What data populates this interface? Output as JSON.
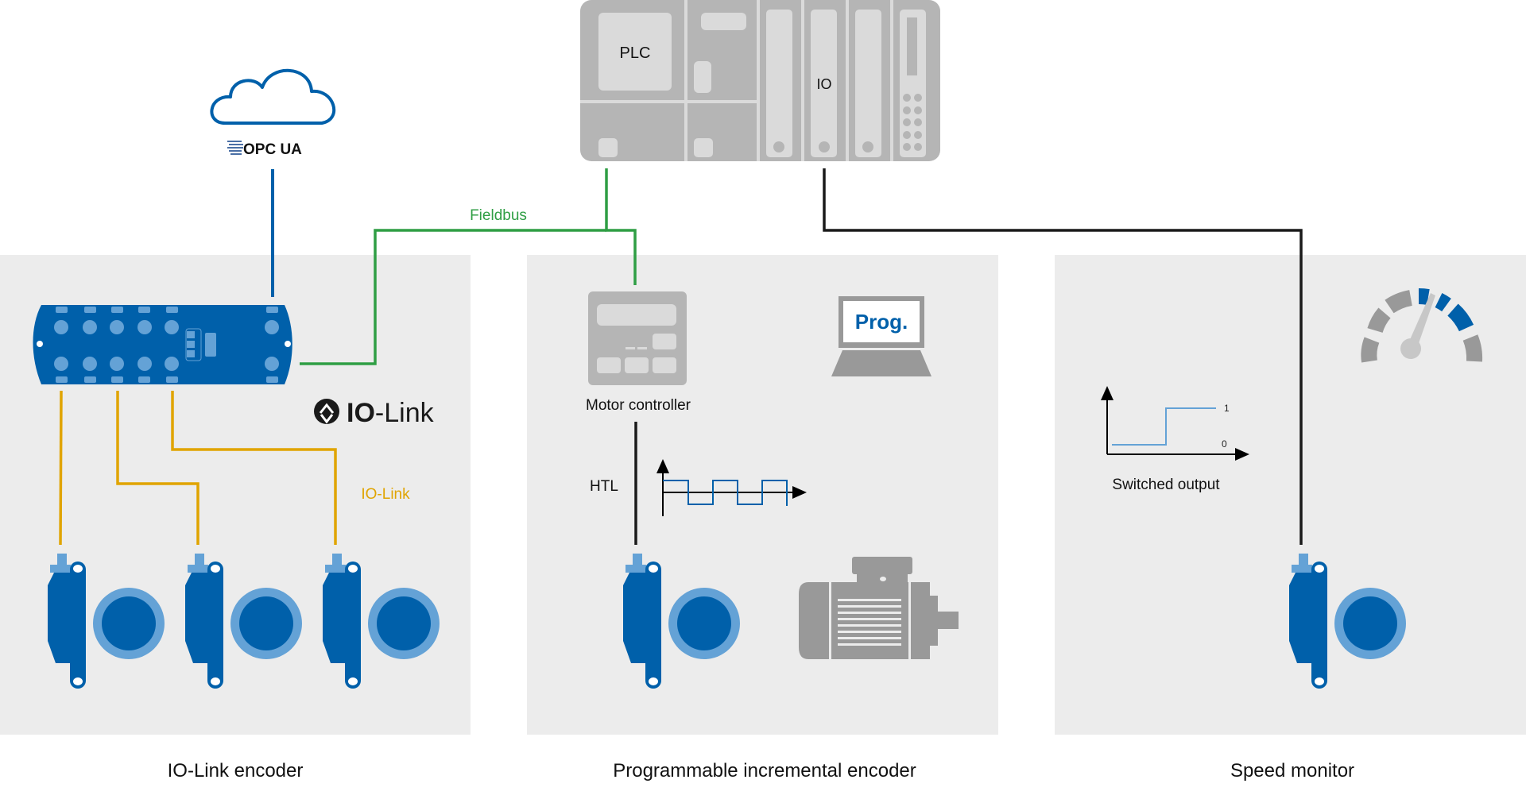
{
  "colors": {
    "panel_bg": "#ececec",
    "blue_dark": "#0060aa",
    "blue_light": "#64a2d6",
    "gray_plc": "#b5b5b5",
    "gray_plc_light": "#dadada",
    "gray_icon": "#999999",
    "green_fieldbus": "#2f9e44",
    "orange_iolink": "#e0a400",
    "black_line": "#1a1a1a"
  },
  "plc": {
    "plc_label": "PLC",
    "io_label": "IO"
  },
  "cloud": {
    "icon": "cloud-icon",
    "logo_text": "OPC UA"
  },
  "connections": {
    "fieldbus_label": "Fieldbus",
    "iolink_label": "IO-Link",
    "htl_label": "HTL"
  },
  "panels": [
    {
      "title": "IO-Link encoder",
      "logo_text_bold": "IO",
      "logo_text_rest": "-Link",
      "encoder_count": 3
    },
    {
      "title": "Programmable incremental encoder",
      "motor_controller_label": "Motor controller",
      "laptop_screen_text": "Prog.",
      "icons": [
        "motor-controller-icon",
        "laptop-icon",
        "square-wave-icon",
        "electric-motor-icon",
        "encoder-icon"
      ]
    },
    {
      "title": "Speed monitor",
      "switched_output_label": "Switched output",
      "level_high": "1",
      "level_low": "0",
      "icons": [
        "speedometer-icon",
        "step-signal-icon",
        "encoder-icon"
      ]
    }
  ]
}
